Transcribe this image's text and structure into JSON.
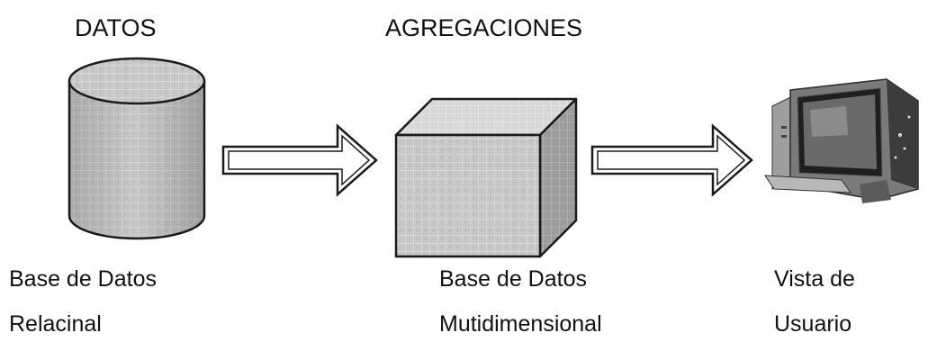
{
  "headers": {
    "datos": "DATOS",
    "agregaciones": "AGREGACIONES"
  },
  "captions": {
    "relational": {
      "line1": "Base de Datos",
      "line2": "Relacinal"
    },
    "multidimensional": {
      "line1": "Base de Datos",
      "line2": "Mutidimensional"
    },
    "user_view": {
      "line1": "Vista de",
      "line2": "Usuario"
    }
  },
  "icons": {
    "database": "database-cylinder-icon",
    "cube": "cube-icon",
    "computer": "computer-icon",
    "arrow": "arrow-right-icon"
  },
  "colors": {
    "shape_fill": "#c8c8c8",
    "shape_dark": "#8e8e8e",
    "outline": "#1a1a1a"
  }
}
